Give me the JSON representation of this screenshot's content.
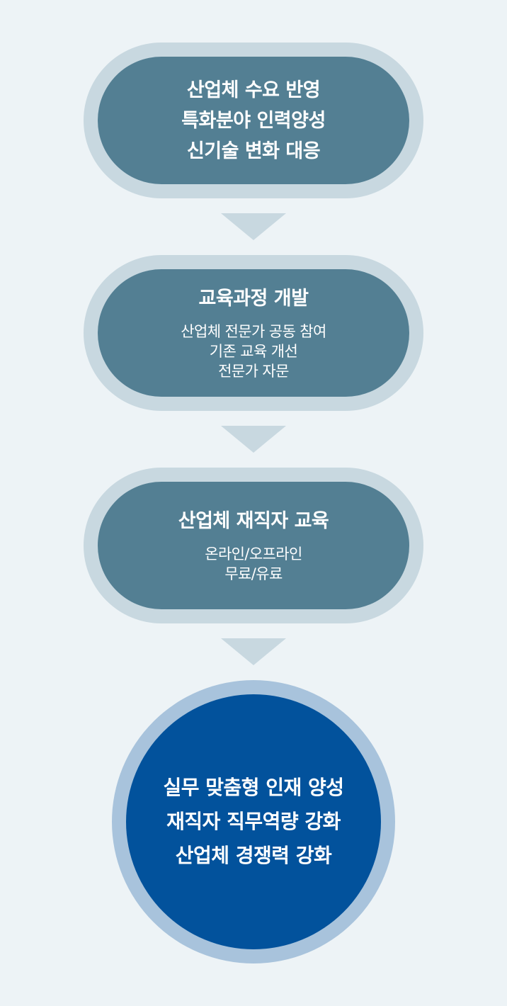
{
  "steps": [
    {
      "title_lines": [
        "산업체 수요 반영",
        "특화분야 인력양성",
        "신기술 변화 대응"
      ]
    },
    {
      "title": "교육과정 개발",
      "details": [
        "산업체 전문가 공동 참여",
        "기존 교육 개선",
        "전문가 자문"
      ]
    },
    {
      "title": "산업체 재직자 교육",
      "details": [
        "온라인/오프라인",
        "무료/유료"
      ]
    }
  ],
  "result": {
    "lines": [
      "실무 맞춤형 인재 양성",
      "재직자 직무역량 강화",
      "산업체 경쟁력 강화"
    ]
  },
  "colors": {
    "background": "#edf3f6",
    "step_ring": "#c8d8e0",
    "step_fill": "#537f93",
    "arrow": "#c8d8e0",
    "result_ring": "#a8c3dc",
    "result_fill": "#02529c",
    "text": "#ffffff"
  }
}
